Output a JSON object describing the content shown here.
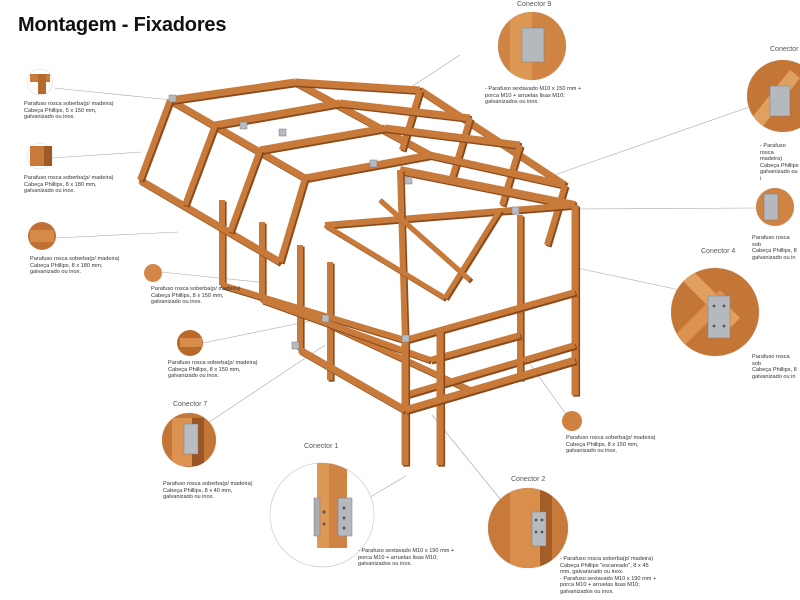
{
  "title": "Montagem - Fixadores",
  "colors": {
    "wood": "#c87a3a",
    "wood_light": "#e09a55",
    "wood_dark": "#8a4a1c",
    "steel": "#b8bcc0",
    "leader": "#9a9a9a"
  },
  "connectors": [
    {
      "label": "Conector 1"
    },
    {
      "label": "Conector 2"
    },
    {
      "label": "Conector 4"
    },
    {
      "label": "Conector 7"
    },
    {
      "label": "Conector 9"
    },
    {
      "label": "Conector"
    }
  ],
  "notes": [
    "Parafuso rosca soberba(p/ madeira)\nCabeça Phillips, 5 x 150 mm,\ngalvanizado ou inox.",
    "Parafuso rosca soberba(p/ madeira)\nCabeça Phillips, 8 x 180 mm,\ngalvanizado ou inox.",
    "Parafuso rosca soberba(p/ madeira)\nCabeça Phillips, 8 x 180 mm,\ngalvanizado ou inox.",
    "Parafuso rosca soberba(p/ madeira)\nCabeça Phillips, 8 x 150 mm,\ngalvanizado ou inox.",
    "Parafuso rosca soberba(p/ madeira)\nCabeça Phillips, 8 x 150 mm,\ngalvanizado ou inox.",
    "Parafuso rosca soberba(p/ madeira)\nCabeça Phillips, 8 x 40 mm,\ngalvanizado ou inox.",
    "- Parafuso sextavado M10 x 190 mm +\nporca M10 + arruelas lisas M10;\ngalvanizados ou inox.",
    "- Parafuso rosca soberba(p/ madeira)\nCabeça Phillips \"escareado\", 8 x 45\nmm, galvanizado ou inox.\n- Parafuso sextavado M10 x 190 mm +\nporca M10 + arruelas lisas M10;\ngalvanizados ou inox.",
    "Parafuso rosca soberba(p/ madeira)\nCabeça Phillips, 8 x 150 mm,\ngalvanizado ou inox.",
    "- Parafuso sextavado M10 x 150 mm +\nporca M10 + arruelas lisas M10;\ngalvanizados ou inox.",
    "- Parafuso rosca\nmadeira)\nCabeça Phillips\ngalvanizado ou i",
    "Parafuso rosca sob\nCabeça Phillips, 8\ngalvanizado ou in",
    "Parafuso rosca sob\nCabeça Phillips, 8\ngalvanizado ou in"
  ]
}
